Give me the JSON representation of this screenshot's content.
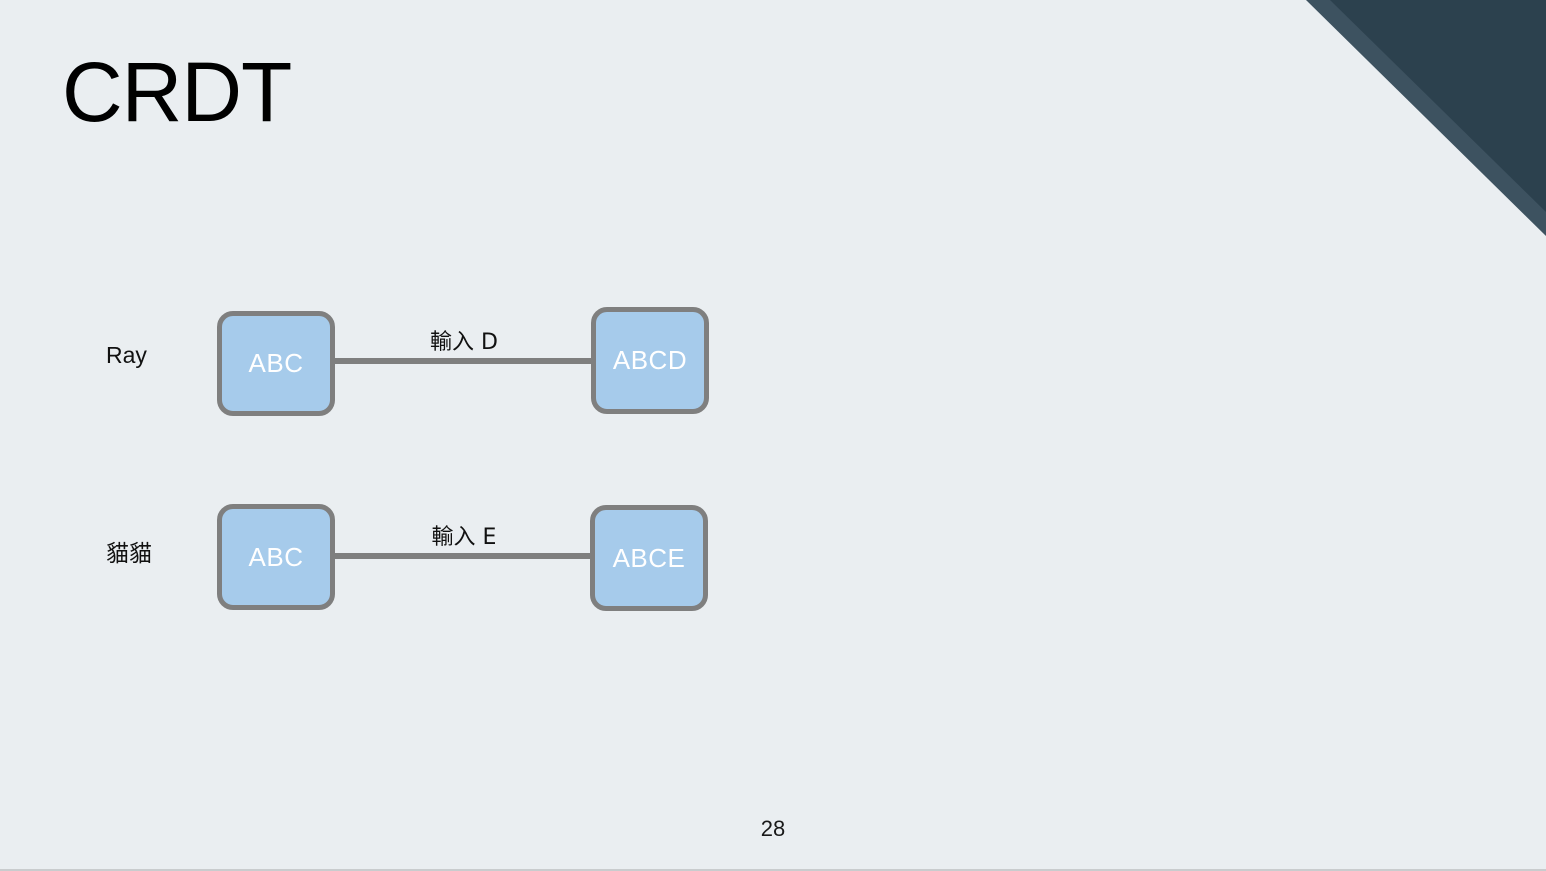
{
  "slide": {
    "title": "CRDT",
    "page_number": "28",
    "background_color": "#eaeef1",
    "accent_color": "#33495a"
  },
  "decor": {
    "corner_triangle_outer_color": "#3d5260",
    "corner_triangle_inner_color": "#2c414e"
  },
  "diagram": {
    "node_fill_color": "#a6cbeb",
    "node_border_color": "#7f7f7f",
    "connector_color": "#7f7f7f",
    "rows": [
      {
        "label": "Ray",
        "start_node": "ABC",
        "edge_label": "輸入 D",
        "end_node": "ABCD"
      },
      {
        "label": "貓貓",
        "start_node": "ABC",
        "edge_label": "輸入 E",
        "end_node": "ABCE"
      }
    ]
  }
}
